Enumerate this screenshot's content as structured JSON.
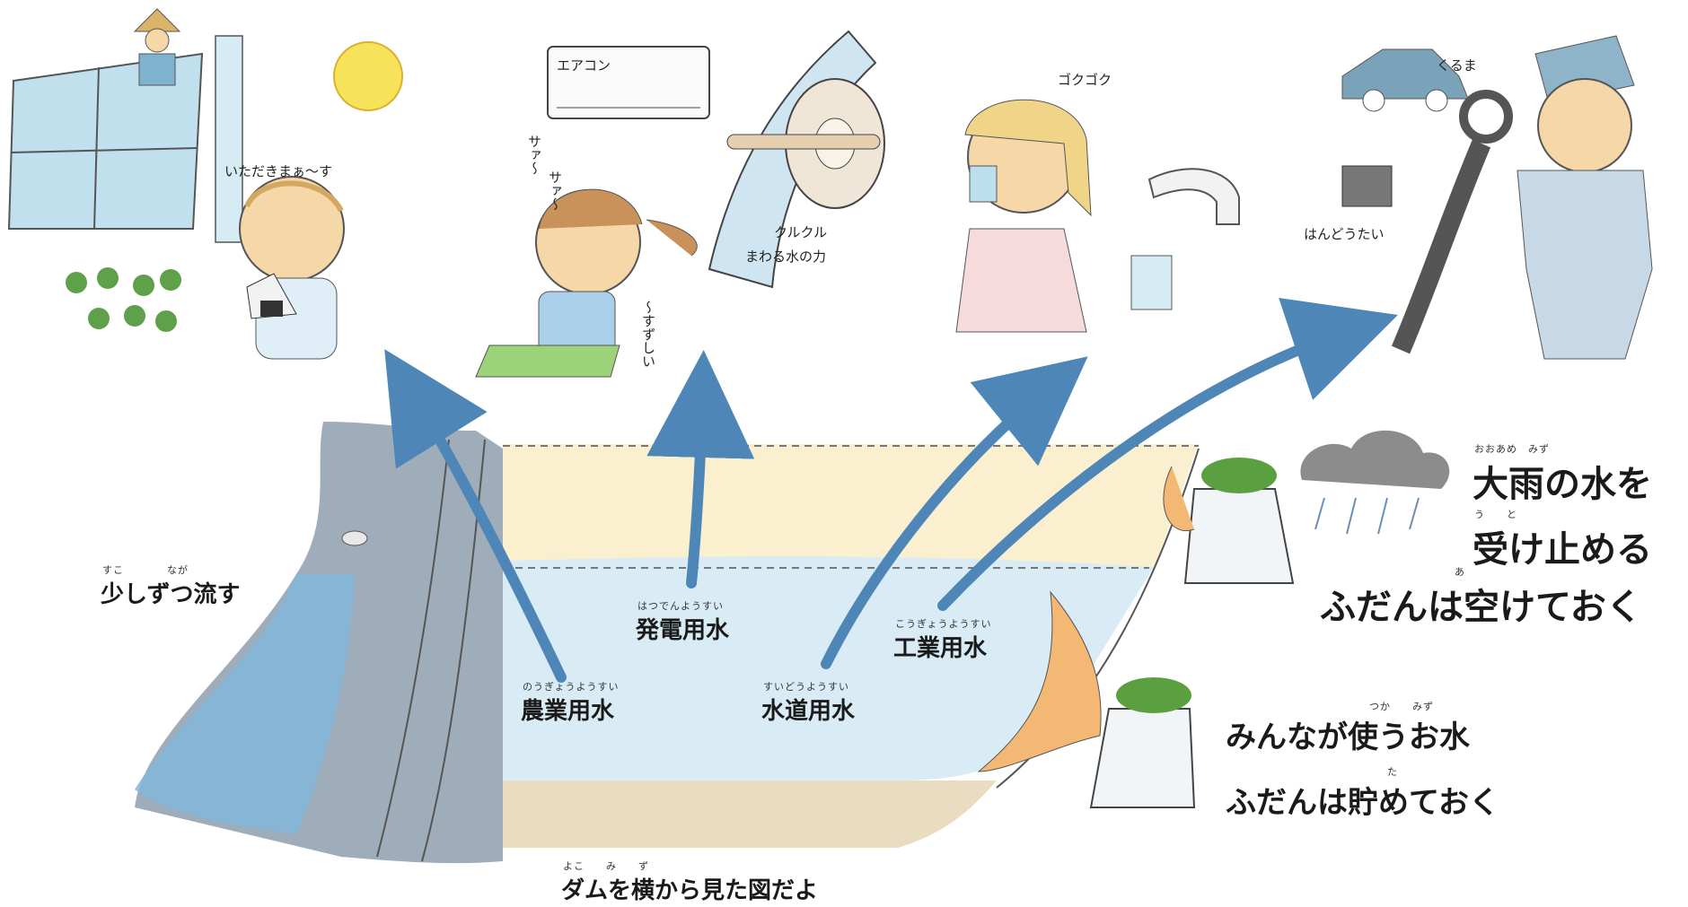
{
  "colors": {
    "dam": "#8a9aa8",
    "water": "#cfe6f2",
    "arrow": "#4f86b8",
    "sand": "#e9dcc0",
    "skin": "#f6d7a8",
    "rice": "#bfe0ec"
  },
  "scenes": {
    "farm": {
      "caption": "いただきまぁ～す"
    },
    "power": {
      "aircon": "エアコン",
      "blow1": "サァ～",
      "blow2": "サァ～",
      "cool": "～すずしい",
      "wheel_line1": "クルクル",
      "wheel_line2": "まわる水の力"
    },
    "drink": {
      "caption": "ゴクゴク"
    },
    "industry": {
      "car": "くるま",
      "chip": "はんどうたい"
    }
  },
  "labels": {
    "release": {
      "text": "少しずつ流す",
      "ruby": "すこ　　　　なが"
    },
    "agri": {
      "text": "農業用水",
      "ruby": "のうぎょうようすい"
    },
    "power": {
      "text": "発電用水",
      "ruby": "はつでんようすい"
    },
    "tap": {
      "text": "水道用水",
      "ruby": "すいどうようすい"
    },
    "industry": {
      "text": "工業用水",
      "ruby": "こうぎょうようすい"
    },
    "bottom": {
      "text": "ダムを横から見た図だよ",
      "ruby": "よこ　　み　　ず"
    }
  },
  "messages": {
    "flood_line1": {
      "text": "大雨の水を",
      "ruby": "おおあめ　みず"
    },
    "flood_line2": {
      "text": "受け止める",
      "ruby": "う　　と"
    },
    "flood_line3": {
      "text": "ふだんは空けておく",
      "ruby": "あ"
    },
    "store_line1": {
      "text": "みんなが使うお水",
      "ruby": "つか　　みず"
    },
    "store_line2": {
      "text": "ふだんは貯めておく",
      "ruby": "た"
    }
  }
}
